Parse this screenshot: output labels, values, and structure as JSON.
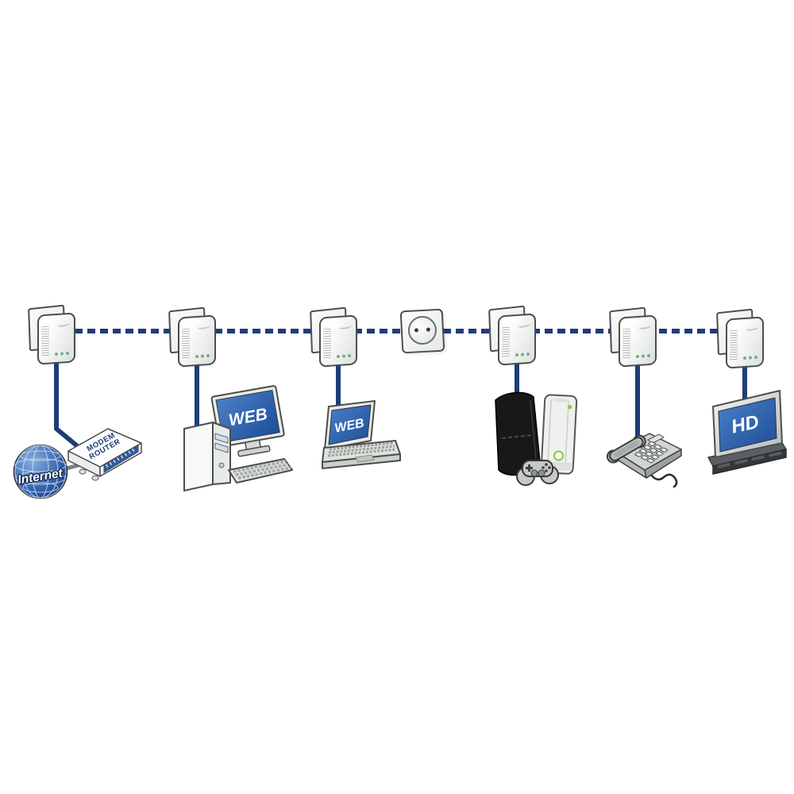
{
  "diagram": {
    "type": "powerline-home-network",
    "background": "#ffffff",
    "colors": {
      "cable_blue": "#1e3c78",
      "cable_gray": "#7b7f83",
      "screen_blue": "#2d5da6",
      "modem_panel_blue": "#2d5da6",
      "globe_blue": "#2a5ca8",
      "adapter_led_green": "#74ab8e",
      "xbox_green": "#8dc63f"
    },
    "labels": {
      "internet": "Internet",
      "modem_line1": "MODEM",
      "modem_line2": "ROUTER",
      "desktop_screen": "WEB",
      "laptop_screen": "WEB",
      "tv_screen": "HD"
    },
    "nodes": [
      {
        "id": "internet",
        "type": "internet-globe",
        "label": "Internet"
      },
      {
        "id": "modem-router",
        "type": "modem-router",
        "label": "MODEM ROUTER"
      },
      {
        "id": "adapter-1",
        "type": "powerline-adapter"
      },
      {
        "id": "adapter-2",
        "type": "powerline-adapter"
      },
      {
        "id": "adapter-3",
        "type": "powerline-adapter"
      },
      {
        "id": "wall-outlet",
        "type": "power-outlet"
      },
      {
        "id": "adapter-4",
        "type": "powerline-adapter"
      },
      {
        "id": "adapter-5",
        "type": "powerline-adapter"
      },
      {
        "id": "adapter-6",
        "type": "powerline-adapter"
      },
      {
        "id": "desktop-pc",
        "type": "desktop-computer",
        "screen": "WEB"
      },
      {
        "id": "laptop",
        "type": "laptop",
        "screen": "WEB"
      },
      {
        "id": "game-consoles",
        "type": "game-consoles"
      },
      {
        "id": "telephone",
        "type": "desk-phone"
      },
      {
        "id": "hdtv",
        "type": "flat-screen-tv",
        "screen": "HD"
      }
    ],
    "edges": [
      {
        "from": "adapter-1",
        "to": "adapter-2",
        "style": "dashed-blue"
      },
      {
        "from": "adapter-2",
        "to": "adapter-3",
        "style": "dashed-blue"
      },
      {
        "from": "adapter-3",
        "to": "wall-outlet",
        "style": "dashed-blue"
      },
      {
        "from": "wall-outlet",
        "to": "adapter-4",
        "style": "dashed-blue"
      },
      {
        "from": "adapter-4",
        "to": "adapter-5",
        "style": "dashed-blue"
      },
      {
        "from": "adapter-5",
        "to": "adapter-6",
        "style": "dashed-blue"
      },
      {
        "from": "adapter-1",
        "to": "modem-router",
        "style": "solid-blue"
      },
      {
        "from": "modem-router",
        "to": "internet",
        "style": "solid-gray"
      },
      {
        "from": "adapter-2",
        "to": "desktop-pc",
        "style": "solid-blue"
      },
      {
        "from": "adapter-3",
        "to": "laptop",
        "style": "solid-blue"
      },
      {
        "from": "adapter-4",
        "to": "game-consoles",
        "style": "solid-blue"
      },
      {
        "from": "adapter-5",
        "to": "telephone",
        "style": "solid-blue"
      },
      {
        "from": "adapter-6",
        "to": "hdtv",
        "style": "solid-blue"
      }
    ]
  }
}
